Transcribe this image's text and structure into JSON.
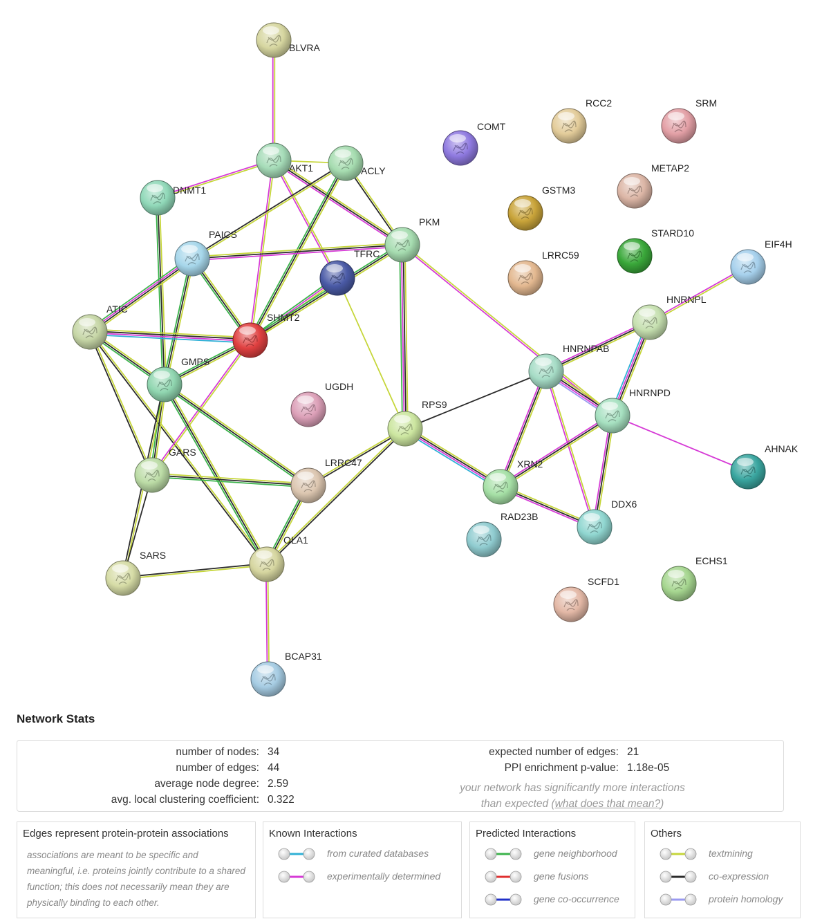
{
  "colors": {
    "textmining": "#c6d63a",
    "coexpression": "#2b2b2b",
    "experimental": "#d63ad6",
    "curated": "#2fb0d6",
    "neighborhood": "#3ab34a",
    "fusion": "#e03030",
    "cooccurrence": "#2030c8",
    "homology": "#9a9af0"
  },
  "nodes": [
    {
      "id": "BLVRA",
      "label": "BLVRA",
      "color": "#d6d6a0"
    },
    {
      "id": "AKT1",
      "label": "AKT1",
      "color": "#a6dcb8"
    },
    {
      "id": "ACLY",
      "label": "ACLY",
      "color": "#a6dcb0"
    },
    {
      "id": "DNMT1",
      "label": "DNMT1",
      "color": "#90d8b8"
    },
    {
      "id": "COMT",
      "label": "COMT",
      "color": "#8f7ae0"
    },
    {
      "id": "RCC2",
      "label": "RCC2",
      "color": "#e3cc9a"
    },
    {
      "id": "SRM",
      "label": "SRM",
      "color": "#e3a0a6"
    },
    {
      "id": "METAP2",
      "label": "METAP2",
      "color": "#dcb6a6"
    },
    {
      "id": "GSTM3",
      "label": "GSTM3",
      "color": "#c9a43a"
    },
    {
      "id": "STARD10",
      "label": "STARD10",
      "color": "#3aa83a"
    },
    {
      "id": "EIF4H",
      "label": "EIF4H",
      "color": "#a6d0ec"
    },
    {
      "id": "PKM",
      "label": "PKM",
      "color": "#a6dcb0"
    },
    {
      "id": "PAICS",
      "label": "PAICS",
      "color": "#a6d6ea"
    },
    {
      "id": "TFRC",
      "label": "TFRC",
      "color": "#4a5aa6"
    },
    {
      "id": "LRRC59",
      "label": "LRRC59",
      "color": "#e3b890"
    },
    {
      "id": "HNRNPL",
      "label": "HNRNPL",
      "color": "#c6e0b0"
    },
    {
      "id": "ATIC",
      "label": "ATIC",
      "color": "#c6d6a6"
    },
    {
      "id": "SHMT2",
      "label": "SHMT2",
      "color": "#e04040"
    },
    {
      "id": "HNRNPAB",
      "label": "HNRNPAB",
      "color": "#a6dcc6"
    },
    {
      "id": "GMPS",
      "label": "GMPS",
      "color": "#90d6b0"
    },
    {
      "id": "UGDH",
      "label": "UGDH",
      "color": "#dca0b8"
    },
    {
      "id": "HNRNPD",
      "label": "HNRNPD",
      "color": "#a6e0c0"
    },
    {
      "id": "RPS9",
      "label": "RPS9",
      "color": "#cce6a0"
    },
    {
      "id": "GARS",
      "label": "GARS",
      "color": "#bcdca6"
    },
    {
      "id": "LRRC47",
      "label": "LRRC47",
      "color": "#dcc6b0"
    },
    {
      "id": "AHNAK",
      "label": "AHNAK",
      "color": "#3aa6a0"
    },
    {
      "id": "XRN2",
      "label": "XRN2",
      "color": "#a6e0a6"
    },
    {
      "id": "RAD23B",
      "label": "RAD23B",
      "color": "#90ccd0"
    },
    {
      "id": "DDX6",
      "label": "DDX6",
      "color": "#90d6d0"
    },
    {
      "id": "OLA1",
      "label": "OLA1",
      "color": "#d6d6a0"
    },
    {
      "id": "SARS",
      "label": "SARS",
      "color": "#d6dca6"
    },
    {
      "id": "ECHS1",
      "label": "ECHS1",
      "color": "#a6d690"
    },
    {
      "id": "SCFD1",
      "label": "SCFD1",
      "color": "#e3b8a6"
    },
    {
      "id": "BCAP31",
      "label": "BCAP31",
      "color": "#a6cce3"
    }
  ],
  "edges": [
    {
      "source": "BLVRA",
      "target": "AKT1",
      "types": [
        "textmining",
        "experimental"
      ]
    },
    {
      "source": "AKT1",
      "target": "DNMT1",
      "types": [
        "textmining",
        "experimental"
      ]
    },
    {
      "source": "AKT1",
      "target": "ACLY",
      "types": [
        "textmining"
      ]
    },
    {
      "source": "AKT1",
      "target": "PKM",
      "types": [
        "textmining",
        "coexpression",
        "experimental"
      ]
    },
    {
      "source": "AKT1",
      "target": "TFRC",
      "types": [
        "textmining",
        "experimental"
      ]
    },
    {
      "source": "AKT1",
      "target": "SHMT2",
      "types": [
        "textmining",
        "experimental"
      ]
    },
    {
      "source": "ACLY",
      "target": "PKM",
      "types": [
        "textmining",
        "coexpression"
      ]
    },
    {
      "source": "ACLY",
      "target": "PAICS",
      "types": [
        "textmining",
        "coexpression"
      ]
    },
    {
      "source": "ACLY",
      "target": "SHMT2",
      "types": [
        "textmining",
        "coexpression",
        "neighborhood"
      ]
    },
    {
      "source": "DNMT1",
      "target": "GMPS",
      "types": [
        "textmining",
        "coexpression",
        "neighborhood"
      ]
    },
    {
      "source": "PAICS",
      "target": "PKM",
      "types": [
        "textmining",
        "coexpression",
        "experimental"
      ]
    },
    {
      "source": "PAICS",
      "target": "ATIC",
      "types": [
        "textmining",
        "coexpression",
        "experimental",
        "neighborhood"
      ]
    },
    {
      "source": "PAICS",
      "target": "GMPS",
      "types": [
        "textmining",
        "coexpression",
        "neighborhood"
      ]
    },
    {
      "source": "PAICS",
      "target": "SHMT2",
      "types": [
        "textmining",
        "coexpression",
        "neighborhood"
      ]
    },
    {
      "source": "TFRC",
      "target": "SHMT2",
      "types": [
        "textmining",
        "experimental",
        "neighborhood"
      ]
    },
    {
      "source": "TFRC",
      "target": "RPS9",
      "types": [
        "textmining"
      ]
    },
    {
      "source": "PKM",
      "target": "SHMT2",
      "types": [
        "textmining",
        "coexpression",
        "neighborhood"
      ]
    },
    {
      "source": "PKM",
      "target": "RPS9",
      "types": [
        "textmining",
        "coexpression",
        "experimental",
        "neighborhood"
      ]
    },
    {
      "source": "PKM",
      "target": "HNRNPD",
      "types": [
        "textmining",
        "experimental"
      ]
    },
    {
      "source": "ATIC",
      "target": "SHMT2",
      "types": [
        "textmining",
        "coexpression",
        "experimental",
        "curated"
      ]
    },
    {
      "source": "ATIC",
      "target": "GMPS",
      "types": [
        "textmining",
        "coexpression",
        "neighborhood"
      ]
    },
    {
      "source": "ATIC",
      "target": "GARS",
      "types": [
        "textmining",
        "coexpression"
      ]
    },
    {
      "source": "ATIC",
      "target": "OLA1",
      "types": [
        "textmining",
        "coexpression"
      ]
    },
    {
      "source": "SHMT2",
      "target": "GMPS",
      "types": [
        "textmining",
        "coexpression",
        "neighborhood"
      ]
    },
    {
      "source": "SHMT2",
      "target": "GARS",
      "types": [
        "textmining",
        "experimental"
      ]
    },
    {
      "source": "GMPS",
      "target": "GARS",
      "types": [
        "textmining",
        "coexpression",
        "neighborhood"
      ]
    },
    {
      "source": "GMPS",
      "target": "LRRC47",
      "types": [
        "textmining",
        "coexpression",
        "neighborhood"
      ]
    },
    {
      "source": "GMPS",
      "target": "OLA1",
      "types": [
        "textmining",
        "coexpression",
        "neighborhood"
      ]
    },
    {
      "source": "GMPS",
      "target": "SARS",
      "types": [
        "textmining",
        "coexpression"
      ]
    },
    {
      "source": "GARS",
      "target": "LRRC47",
      "types": [
        "textmining",
        "coexpression",
        "neighborhood"
      ]
    },
    {
      "source": "GARS",
      "target": "SARS",
      "types": [
        "coexpression"
      ]
    },
    {
      "source": "LRRC47",
      "target": "OLA1",
      "types": [
        "textmining",
        "coexpression",
        "neighborhood"
      ]
    },
    {
      "source": "LRRC47",
      "target": "RPS9",
      "types": [
        "textmining",
        "coexpression"
      ]
    },
    {
      "source": "OLA1",
      "target": "RPS9",
      "types": [
        "textmining",
        "coexpression"
      ]
    },
    {
      "source": "OLA1",
      "target": "SARS",
      "types": [
        "textmining",
        "coexpression"
      ]
    },
    {
      "source": "OLA1",
      "target": "BCAP31",
      "types": [
        "textmining",
        "experimental"
      ]
    },
    {
      "source": "RPS9",
      "target": "HNRNPAB",
      "types": [
        "coexpression"
      ]
    },
    {
      "source": "RPS9",
      "target": "XRN2",
      "types": [
        "textmining",
        "coexpression",
        "experimental",
        "curated"
      ]
    },
    {
      "source": "EIF4H",
      "target": "HNRNPL",
      "types": [
        "textmining",
        "experimental"
      ]
    },
    {
      "source": "HNRNPL",
      "target": "HNRNPAB",
      "types": [
        "textmining",
        "coexpression",
        "experimental"
      ]
    },
    {
      "source": "HNRNPL",
      "target": "HNRNPD",
      "types": [
        "textmining",
        "coexpression",
        "experimental",
        "curated"
      ]
    },
    {
      "source": "HNRNPAB",
      "target": "HNRNPD",
      "types": [
        "textmining",
        "coexpression",
        "experimental",
        "homology"
      ]
    },
    {
      "source": "HNRNPAB",
      "target": "XRN2",
      "types": [
        "textmining",
        "coexpression",
        "experimental"
      ]
    },
    {
      "source": "HNRNPAB",
      "target": "DDX6",
      "types": [
        "textmining",
        "experimental"
      ]
    },
    {
      "source": "HNRNPD",
      "target": "XRN2",
      "types": [
        "textmining",
        "coexpression",
        "experimental"
      ]
    },
    {
      "source": "HNRNPD",
      "target": "DDX6",
      "types": [
        "textmining",
        "coexpression",
        "experimental"
      ]
    },
    {
      "source": "HNRNPD",
      "target": "AHNAK",
      "types": [
        "experimental"
      ]
    },
    {
      "source": "XRN2",
      "target": "DDX6",
      "types": [
        "textmining",
        "coexpression",
        "experimental"
      ]
    }
  ],
  "stats": {
    "title": "Network Stats",
    "nodes_label": "number of nodes:",
    "nodes_value": "34",
    "edges_label": "number of edges:",
    "edges_value": "44",
    "degree_label": "average node degree:",
    "degree_value": "2.59",
    "clustering_label": "avg. local clustering coefficient:",
    "clustering_value": "0.322",
    "expected_label": "expected number of edges:",
    "expected_value": "21",
    "pvalue_label": "PPI enrichment p-value:",
    "pvalue_value": "1.18e-05",
    "note_line1": "your network has significantly more interactions",
    "note_line2_prefix": "than expected (",
    "note_link": "what does that mean?",
    "note_line2_suffix": ")"
  },
  "legend": {
    "edges_title": "Edges represent protein-protein associations",
    "edges_desc": "associations are meant to be specific and meaningful, i.e. proteins jointly contribute to a shared function; this does not necessarily mean they are physically binding to each other.",
    "known_title": "Known Interactions",
    "known_items": [
      {
        "label": "from curated databases",
        "color": "#2fb0d6"
      },
      {
        "label": "experimentally determined",
        "color": "#d63ad6"
      }
    ],
    "predicted_title": "Predicted Interactions",
    "predicted_items": [
      {
        "label": "gene neighborhood",
        "color": "#3ab34a"
      },
      {
        "label": "gene fusions",
        "color": "#e03030"
      },
      {
        "label": "gene co-occurrence",
        "color": "#2030c8"
      }
    ],
    "others_title": "Others",
    "others_items": [
      {
        "label": "textmining",
        "color": "#c6d63a"
      },
      {
        "label": "co-expression",
        "color": "#2b2b2b"
      },
      {
        "label": "protein homology",
        "color": "#9a9af0"
      }
    ]
  }
}
